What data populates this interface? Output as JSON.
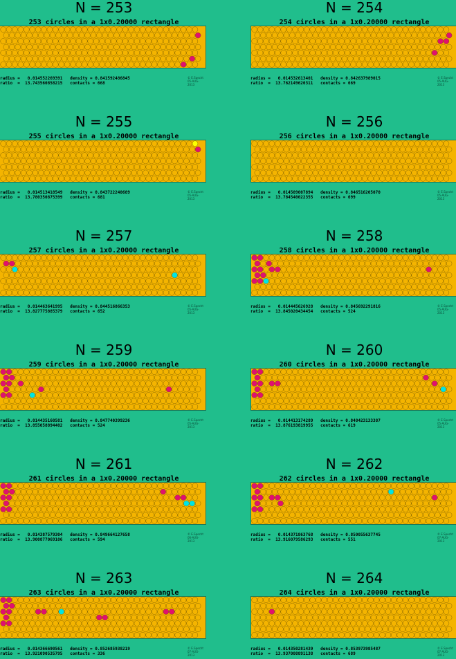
{
  "colors": {
    "background": "#20be8c",
    "orange": "#f4b400",
    "yellow": "#ffff00",
    "cyan": "#00e5e5",
    "magenta": "#e0116e"
  },
  "panels": [
    {
      "n_label": "N = 253",
      "subtitle": "253 circles in a 1x0.20000 rectangle",
      "radius_line": "radius =   0.014552269391   density = 0.841592486845",
      "ratio_line": "ratio  =  13.743560858215   contacts = 668",
      "copyright": "© E.Specht 05-AUG-2013"
    },
    {
      "n_label": "N = 254",
      "subtitle": "254 circles in a 1x0.20000 rectangle",
      "radius_line": "radius =   0.014532613401   density = 0.842637989015",
      "ratio_line": "ratio  =  13.762149620311   contacts = 669",
      "copyright": "© E.Specht 05-AUG-2013"
    },
    {
      "n_label": "N = 255",
      "subtitle": "255 circles in a 1x0.20000 rectangle",
      "radius_line": "radius =   0.014513418549   density = 0.843722240689",
      "ratio_line": "ratio  =  13.780350875399   contacts = 681",
      "copyright": "© E.Specht 05-AUG-2013"
    },
    {
      "n_label": "N = 256",
      "subtitle": "256 circles in a 1x0.20000 rectangle",
      "radius_line": "radius =   0.014509007894   density = 0.846516205070",
      "ratio_line": "ratio  =  13.784540022355   contacts = 699",
      "copyright": "© E.Specht 05-AUG-2013"
    },
    {
      "n_label": "N = 257",
      "subtitle": "257 circles in a 1x0.20000 rectangle",
      "radius_line": "radius =   0.014463641995   density = 0.844516866353",
      "ratio_line": "ratio  =  13.827775885379   contacts = 652",
      "copyright": "© E.Specht 05-AUG-2013"
    },
    {
      "n_label": "N = 258",
      "subtitle": "258 circles in a 1x0.20000 rectangle",
      "radius_line": "radius =   0.014445626928   density = 0.845692291816",
      "ratio_line": "ratio  =  13.845020434454   contacts = 524",
      "copyright": "© E.Specht 05-AUG-2013"
    },
    {
      "n_label": "N = 259",
      "subtitle": "259 circles in a 1x0.20000 rectangle",
      "radius_line": "radius =   0.014435160581   density = 0.847740399236",
      "ratio_line": "ratio  =  13.855058894402   contacts = 524",
      "copyright": "© E.Specht 05-AUG-2013"
    },
    {
      "n_label": "N = 260",
      "subtitle": "260 circles in a 1x0.20000 rectangle",
      "radius_line": "radius =   0.014413174289   density = 0.848423133387",
      "ratio_line": "ratio  =  13.876193819955   contacts = 619",
      "copyright": "© E.Specht 05-AUG-2013"
    },
    {
      "n_label": "N = 261",
      "subtitle": "261 circles in a 1x0.20000 rectangle",
      "radius_line": "radius =   0.014387579304   density = 0.849664127658",
      "ratio_line": "ratio  =  13.900877069106   contacts = 594",
      "copyright": "© E.Specht 06-AUG-2013"
    },
    {
      "n_label": "N = 262",
      "subtitle": "262 circles in a 1x0.20000 rectangle",
      "radius_line": "radius =   0.014371863768   density = 0.850055637745",
      "ratio_line": "ratio  =  13.916079586293   contacts = 551",
      "copyright": "© E.Specht 07-AUG-2013"
    },
    {
      "n_label": "N = 263",
      "subtitle": "263 circles in a 1x0.20000 rectangle",
      "radius_line": "radius =   0.014366690561   density = 0.852685938219",
      "ratio_line": "ratio  =  13.921090535795   contacts = 336",
      "copyright": "© E.Specht 07-AUG-2013"
    },
    {
      "n_label": "N = 264",
      "subtitle": "264 circles in a 1x0.20000 rectangle",
      "radius_line": "radius =   0.014350281439   density = 0.853973985487",
      "ratio_line": "ratio  =  13.937008891138   contacts = 689",
      "copyright": "© E.Specht 07-AUG-2013"
    }
  ]
}
